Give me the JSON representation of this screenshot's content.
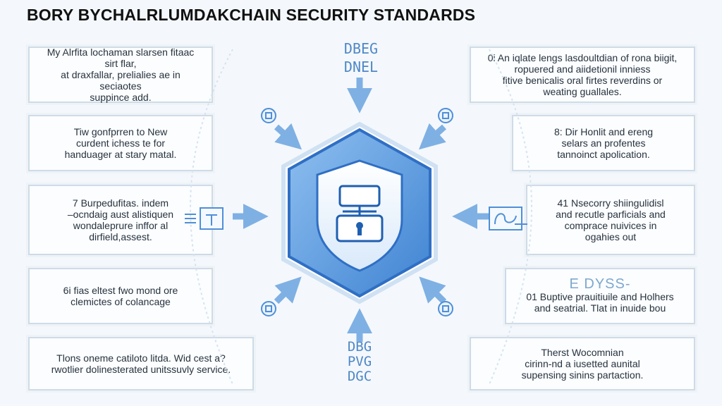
{
  "title": "BORY BYCHALRLUMDAKCHAIN SECURITY STANDARDS",
  "top_code": "DBEG\nDNEL",
  "bottom_code": "DBG\nPVG\nDGC",
  "left_cards": [
    {
      "text": "My Alrfita lochaman slarsen fitaac sirt flar,\nat draxfallar, prelialies ae in seciaotes\nsuppince add."
    },
    {
      "text": "Tiw gonfprren to New\ncurdent ichess te for\nhanduager at stary matal."
    },
    {
      "text": "7 Burpedufitas. indem\n–ocndaig aust alistiquen\nwondaleprure inffor al\ndirfield,assest."
    },
    {
      "text": "6i fias eltest fwo mond ore\nclemictes of colancage"
    },
    {
      "text": "Tlons oneme catiloto litda. Wid cest a?\nrwotlier dolinesterated unitssuvly service."
    }
  ],
  "right_cards": [
    {
      "text": "0i An iqlate lengs lasdoultdian of rona biigit,\nropuered and aiidetionil inniess\nfitive benicalis oral firtes reverdins or\nweating guallales."
    },
    {
      "text": "8: Dir Honlit and ereng\nselars an profentes\ntannoinct apolication."
    },
    {
      "text": "41 Nsecorry shiingulidisl\nand recutle parficials and\ncompracе nuivices in\nogahies out"
    },
    {
      "header": "E DYSS-",
      "text": "01 Buptive prauitiuile and Holhers\nand seatrial. Tlat in inuide bou"
    },
    {
      "text": "Therst Wocomnian\ncirinn-nd a iusetted aunital\nsupensing sinins partaction."
    }
  ],
  "icons": {
    "left_mid": "document-chart-icon",
    "right_mid": "key-card-icon",
    "small_badges": "security-badge-icon",
    "center": "shield-lock-icon"
  },
  "colors": {
    "accent": "#4f8fd8",
    "hexagon_fill": "#5b9be0",
    "hexagon_border": "#2f6fc4",
    "arrow": "#7fb0e3",
    "card_border": "#cfdbe6"
  }
}
